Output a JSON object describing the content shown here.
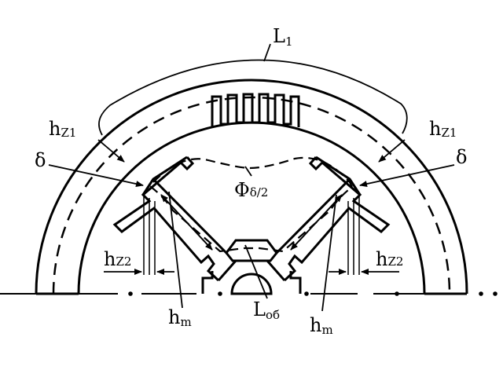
{
  "labels": {
    "l1": "L",
    "l1_sub": "1",
    "hz1": "h",
    "hz1_sub": "Z1",
    "delta": "δ",
    "phi": "Φ",
    "phi_sub": "δ/2",
    "hz2": "h",
    "hz2_sub": "Z2",
    "hm": "h",
    "hm_sub": "m",
    "lob": "L",
    "lob_sub": "об"
  },
  "colors": {
    "ink": "#000000",
    "background": "#ffffff"
  }
}
